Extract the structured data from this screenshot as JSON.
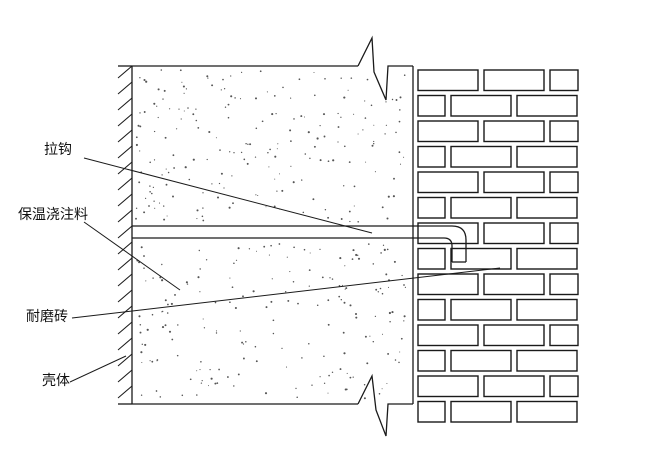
{
  "labels": {
    "anchor_hook": "拉钩",
    "insulating_castable": "保温浇注料",
    "refractory_brick": "耐磨砖",
    "shell": "壳体"
  },
  "icons": {
    "shell": "hatched-steel-shell-icon",
    "insulation": "speckled-castable-fill-icon",
    "brick": "brick-wall-icon",
    "anchor": "anchor-hook-icon"
  },
  "colors": {
    "ink": "#1a1a1a",
    "background": "#ffffff"
  }
}
